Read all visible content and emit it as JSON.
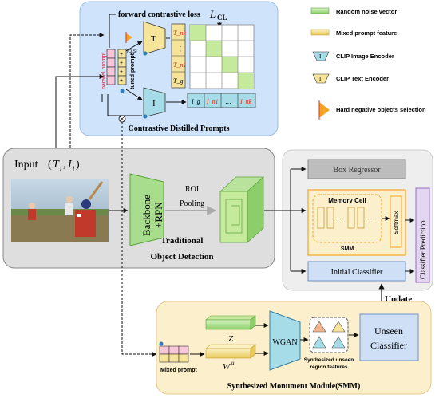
{
  "cdp": {
    "title": "Contrastive Distilled Prompts",
    "loss_label": "forward contrastive loss",
    "loss_symbol": "L",
    "loss_sub": "CL",
    "parallel_prompt": "parallel prompt",
    "tuned_prompt": "tuned prompt",
    "cls_token": "[CLS]",
    "text_encoder_letter": "T",
    "image_encoder_letter": "I",
    "text_col": [
      "T_nk",
      "T_n1",
      "⋮",
      "T_g"
    ],
    "image_row": [
      "I_g",
      "I_n1",
      "…",
      "I_nk"
    ],
    "dots": "⋯"
  },
  "legend": {
    "items": [
      {
        "label": "Random noise vector",
        "icon": "green-bar-icon"
      },
      {
        "label": "Mixed prompt feature",
        "icon": "yellow-bar-icon"
      },
      {
        "label": "CLIP Image Encoder",
        "icon": "image-encoder-icon"
      },
      {
        "label": "CLIP Text Encoder",
        "icon": "text-encoder-icon"
      },
      {
        "label": "Hard negative objects selection",
        "icon": "triangle-flag-icon"
      }
    ]
  },
  "tod": {
    "input_label": "Input",
    "backbone": "Backbone",
    "rpn": "+RPN",
    "roi": "ROI",
    "pooling": "Pooling",
    "title_line1": "Traditional",
    "title_line2": "Object Detection"
  },
  "right": {
    "box_regressor": "Box Regressor",
    "memory_cell": "Memory Cell",
    "smm": "SMM",
    "softmax": "Softmax",
    "initial_classifier": "Initial Classifier",
    "classifier_prediction": "Classifier Prediction",
    "ellipsis": "···"
  },
  "smm_module": {
    "title": "Synthesized Monument Module(SMM)",
    "update": "Update",
    "z": "Z",
    "wu": "W",
    "wu_sup": "u",
    "wgan": "WGAN",
    "synth_label_1": "Synthesized unseen",
    "synth_label_2": "region features",
    "unseen_1": "Unseen",
    "unseen_2": "Classifier",
    "mixed_prompt": "Mixed prompt"
  },
  "colors": {
    "cdp_bg": "#cfe3fa",
    "tod_bg": "#dedede",
    "right_bg": "#eeeeee",
    "smm_bg": "#fbefcc",
    "orange": "#f5a623",
    "green": "#a8dd8e",
    "yellow": "#f6e49a",
    "pink": "#f7c6d8",
    "blue_box": "#cfe0f6",
    "red_text": "#e0301e",
    "grid_green": "#c5ea9c",
    "lavender": "#e3d6f2",
    "purple_border": "#9b6cc0"
  }
}
